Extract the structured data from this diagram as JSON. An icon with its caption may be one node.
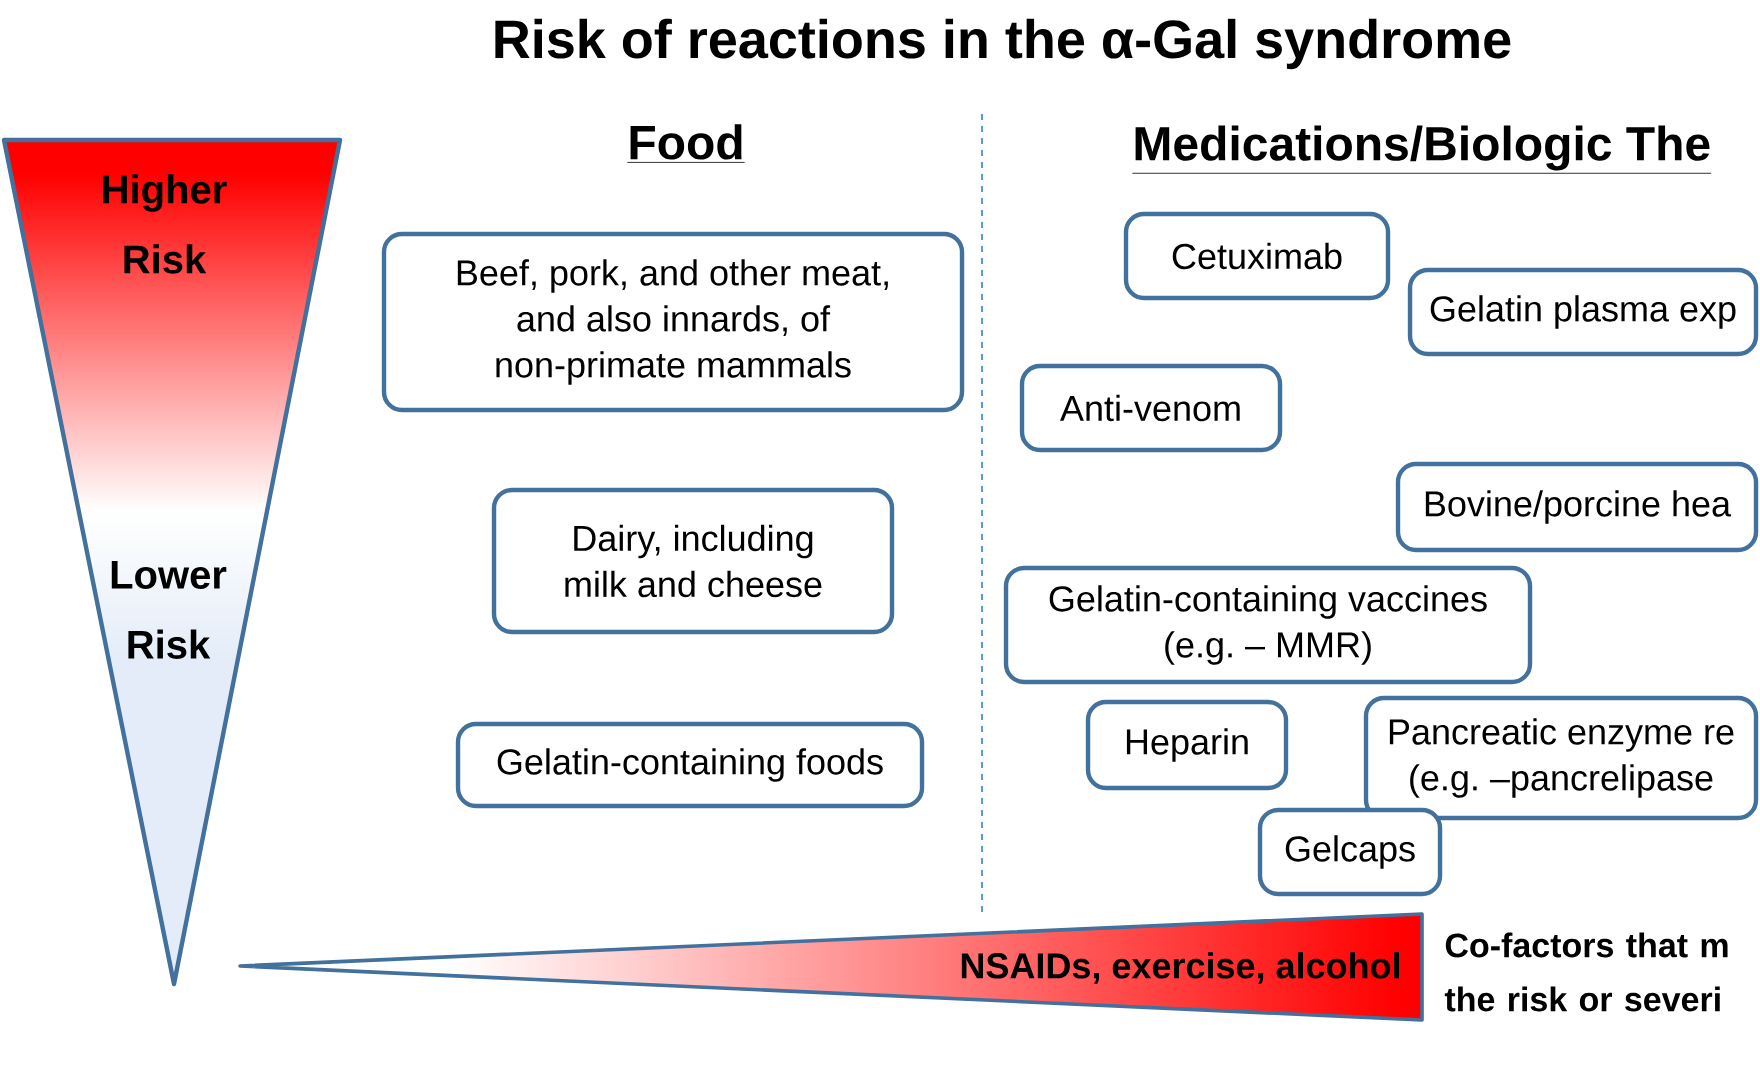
{
  "diagram": {
    "title": "Risk of reactions in the α-Gal syndrome",
    "nodes": [
      {
        "text": [
          "Higher Risk",
          "Lower Risk"
        ]
      },
      {
        "text": [
          "Beef, pork, and other meat, and also innards, of non-primate mammals"
        ]
      },
      {
        "text": [
          "Dairy, including milk and cheese"
        ]
      },
      {
        "text": [
          "Gelatin-containing foods"
        ]
      },
      {
        "text": [
          "Cetuximab"
        ]
      },
      {
        "text": [
          "Gelatin plasma exp"
        ]
      },
      {
        "text": [
          "Anti-venom"
        ]
      },
      {
        "text": [
          "Bovine/porcine hea"
        ]
      },
      {
        "text": [
          "Gelatin-containing vaccines (e.g. – MMR)"
        ]
      },
      {
        "text": [
          "Heparin"
        ]
      },
      {
        "text": [
          "Pancreatic enzyme re (e.g. –pancrelipase"
        ]
      },
      {
        "text": [
          "Gelcaps"
        ]
      },
      {
        "text": [
          "NSAIDs, exercise, alcohol"
        ],
        "beside": [
          "Co-factors that m the risk or severi"
        ]
      }
    ],
    "labels": [
      "Food",
      "Medications/Biologic The"
    ]
  }
}
